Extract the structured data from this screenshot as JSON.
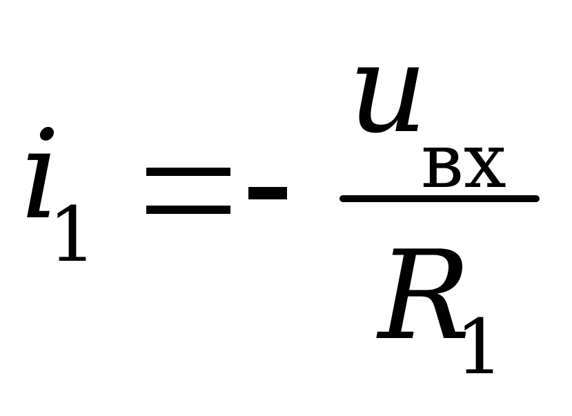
{
  "formula": {
    "lhs": {
      "symbol": "i",
      "subscript": "1"
    },
    "equals_sign": "=",
    "minus_sign": "-",
    "numerator": {
      "symbol": "u",
      "subscript": "вх"
    },
    "denominator": {
      "symbol": "R",
      "subscript": "1"
    }
  }
}
